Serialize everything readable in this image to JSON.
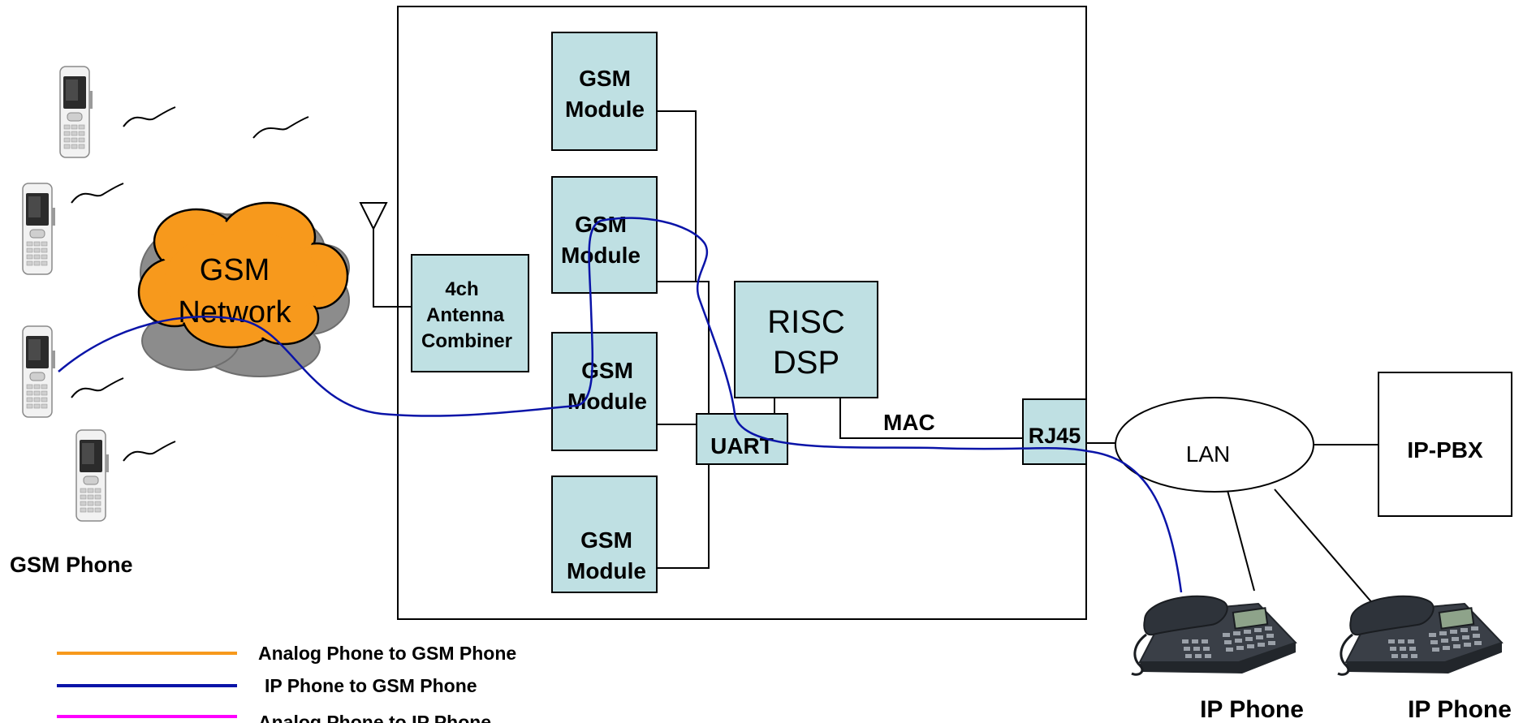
{
  "colors": {
    "module_fill": "#bfe0e3",
    "cloud_fill": "#f7991c",
    "cloud_shadow": "#8c8c8c",
    "ip_path": "#0a14a8",
    "legend_orange": "#f7991c",
    "legend_blue": "#0a14a8",
    "legend_magenta": "#ff00ff"
  },
  "gsm_phones": {
    "caption": "GSM Phone",
    "icon": "mobile-phone-icon"
  },
  "gsm_network": {
    "line1": "GSM",
    "line2": "Network",
    "icon": "cloud-icon"
  },
  "gateway": {
    "antenna_icon": "antenna-icon",
    "combiner": {
      "line1": "4ch",
      "line2": "Antenna",
      "line3": "Combiner"
    },
    "modules": [
      {
        "line1": "GSM",
        "line2": "Module"
      },
      {
        "line1": "GSM",
        "line2": "Module"
      },
      {
        "line1": "GSM",
        "line2": "Module"
      },
      {
        "line1": "GSM",
        "line2": "Module"
      }
    ],
    "cpu": {
      "line1": "RISC",
      "line2": "DSP"
    },
    "uart": "UART",
    "mac": "MAC",
    "rj45": "RJ45"
  },
  "network": {
    "lan": "LAN",
    "ippbx": "IP-PBX"
  },
  "ip_phones": [
    {
      "label": "IP Phone",
      "icon": "desk-phone-icon"
    },
    {
      "label": "IP Phone",
      "icon": "desk-phone-icon"
    }
  ],
  "legend": [
    {
      "label": "Analog Phone to GSM Phone",
      "color": "#f7991c"
    },
    {
      "label": "IP Phone to GSM Phone",
      "color": "#0a14a8"
    },
    {
      "label": "Analog Phone to IP Phone",
      "color": "#ff00ff"
    }
  ]
}
